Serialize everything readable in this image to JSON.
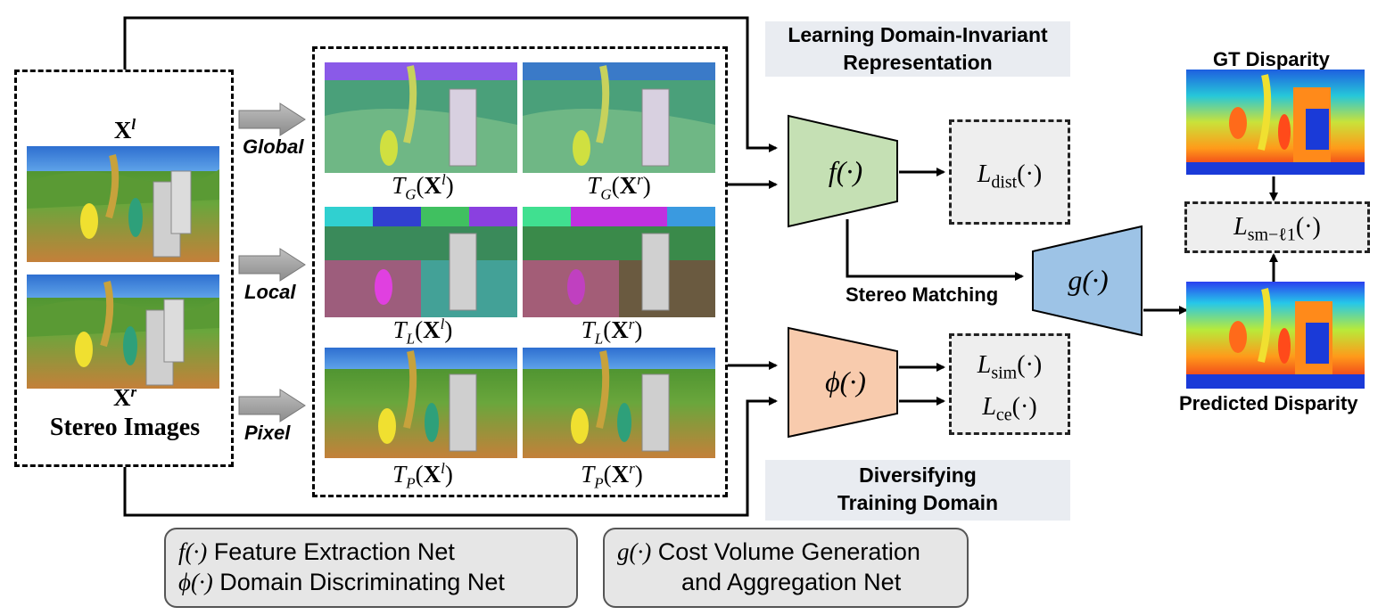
{
  "inputs": {
    "left_label": "X",
    "left_sup": "l",
    "right_label": "X",
    "right_sup": "r",
    "caption": "Stereo Images"
  },
  "augment": {
    "global": "Global",
    "local": "Local",
    "pixel": "Pixel"
  },
  "captions": {
    "t": "T",
    "g": "G",
    "l": "L",
    "p": "P",
    "x": "X",
    "xl_sup": "l",
    "xr_sup": "r"
  },
  "headings": {
    "top": "Learning Domain-Invariant Representation",
    "bottom": "Diversifying Training Domain"
  },
  "nets": {
    "f": "f(·)",
    "phi": "ϕ(·)",
    "g": "g(·)"
  },
  "losses": {
    "L": "L",
    "dist": "dist",
    "sim": "sim",
    "ce": "ce",
    "sm": "sm−ℓ1",
    "arg": "(·)"
  },
  "stereo_matching": "Stereo Matching",
  "gt_disparity": "GT Disparity",
  "pred_disparity": "Predicted Disparity",
  "legend": {
    "f_sym": "f(·)",
    "f_text": "Feature Extraction Net",
    "phi_sym": "ϕ(·)",
    "phi_text": "Domain Discriminating Net",
    "g_sym": "g(·)",
    "g_text_1": "Cost Volume Generation",
    "g_text_2": "and Aggregation Net"
  },
  "colors": {
    "f_net": "#c5e0b4",
    "phi_net": "#f8cbad",
    "g_net": "#9dc3e6",
    "heading_bg": "#e9ecf1",
    "loss_bg": "#eeeeee",
    "legend_bg": "#e6e6e6"
  }
}
